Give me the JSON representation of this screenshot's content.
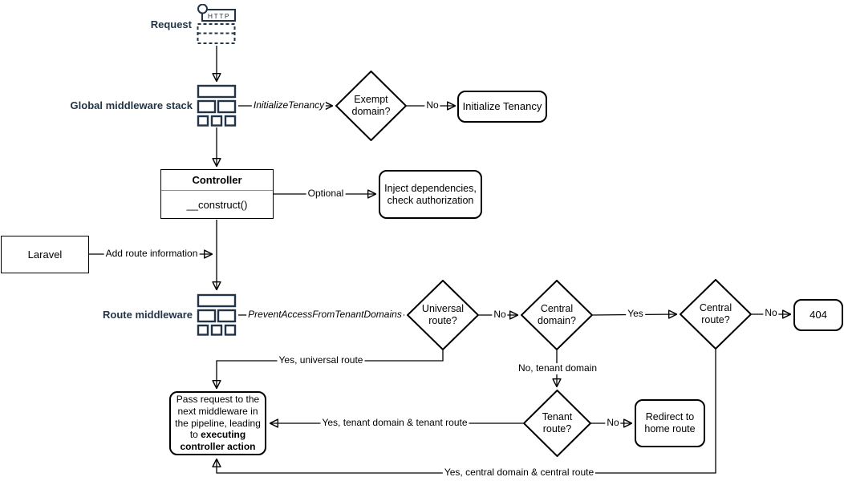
{
  "colors": {
    "label_navy": "#243447",
    "shape_stroke": "#000000",
    "background": "#ffffff"
  },
  "nodes": {
    "request": {
      "label": "Request"
    },
    "http_icon": {
      "protocol": "HTTP"
    },
    "global_middleware_stack": {
      "label": "Global middleware stack"
    },
    "exempt_domain_decision": {
      "label": "Exempt domain?"
    },
    "initialize_tenancy": {
      "label": "Initialize Tenancy"
    },
    "controller": {
      "title": "Controller",
      "member": "__construct()"
    },
    "inject_dependencies": {
      "label": "Inject dependencies, check authorization"
    },
    "laravel": {
      "label": "Laravel"
    },
    "route_middleware": {
      "label": "Route middleware"
    },
    "universal_route_decision": {
      "label": "Universal route?"
    },
    "central_domain_decision": {
      "label": "Central domain?"
    },
    "central_route_decision": {
      "label": "Central route?"
    },
    "not_found": {
      "label": "404"
    },
    "tenant_route_decision": {
      "label": "Tenant route?"
    },
    "redirect_home": {
      "label": "Redirect to home route"
    },
    "pass_request": {
      "text_regular": "Pass request to the next middleware in the pipeline, leading to",
      "text_bold": "executing controller action"
    }
  },
  "edges": {
    "initialize_tenancy_middleware": "InitializeTenancy",
    "exempt_no": "No",
    "construct_optional": "Optional",
    "add_route_information": "Add route information",
    "prevent_access_middleware": "PreventAccessFromTenantDomains",
    "universal_no": "No",
    "central_domain_yes": "Yes",
    "central_route_no": "No",
    "universal_yes": "Yes, universal route",
    "central_domain_no": "No, tenant domain",
    "tenant_no": "No",
    "tenant_yes": "Yes, tenant domain & tenant route",
    "central_route_yes": "Yes, central domain & central route"
  }
}
